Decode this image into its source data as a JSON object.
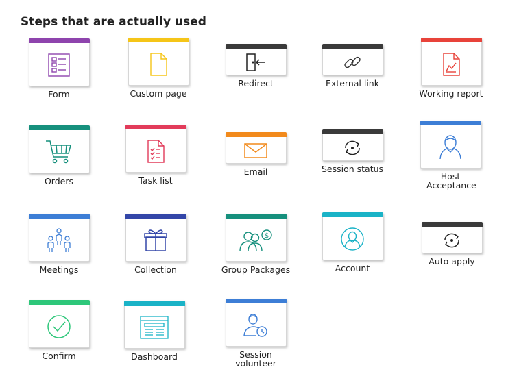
{
  "heading": "Steps that are actually used",
  "steps": [
    {
      "label": "Form",
      "color": "#8e44ad",
      "icon": "form-icon"
    },
    {
      "label": "Custom page",
      "color": "#f5c518",
      "icon": "page-icon"
    },
    {
      "label": "Redirect",
      "color": "#3a3a3a",
      "icon": "door-icon"
    },
    {
      "label": "External link",
      "color": "#3a3a3a",
      "icon": "link-icon"
    },
    {
      "label": "Working report",
      "color": "#e8433a",
      "icon": "report-icon"
    },
    {
      "label": "Orders",
      "color": "#16907d",
      "icon": "cart-icon"
    },
    {
      "label": "Task list",
      "color": "#e23b5a",
      "icon": "checklist-icon"
    },
    {
      "label": "Email",
      "color": "#f28a1c",
      "icon": "envelope-icon"
    },
    {
      "label": "Session status",
      "color": "#3a3a3a",
      "icon": "sync-icon"
    },
    {
      "label": "Host Acceptance",
      "color": "#3d7ed6",
      "icon": "person-icon"
    },
    {
      "label": "Meetings",
      "color": "#3d7ed6",
      "icon": "people-icon"
    },
    {
      "label": "Collection",
      "color": "#3346a8",
      "icon": "gift-icon"
    },
    {
      "label": "Group Packages",
      "color": "#16907d",
      "icon": "group-money-icon"
    },
    {
      "label": "Account",
      "color": "#1ab3c7",
      "icon": "user-circle-icon"
    },
    {
      "label": "Auto apply",
      "color": "#3a3a3a",
      "icon": "sync-icon"
    },
    {
      "label": "Confirm",
      "color": "#2ec77a",
      "icon": "check-circle-icon"
    },
    {
      "label": "Dashboard",
      "color": "#1ab3c7",
      "icon": "dashboard-icon"
    },
    {
      "label": "Session volunteer",
      "color": "#3d7ed6",
      "icon": "volunteer-clock-icon"
    }
  ]
}
